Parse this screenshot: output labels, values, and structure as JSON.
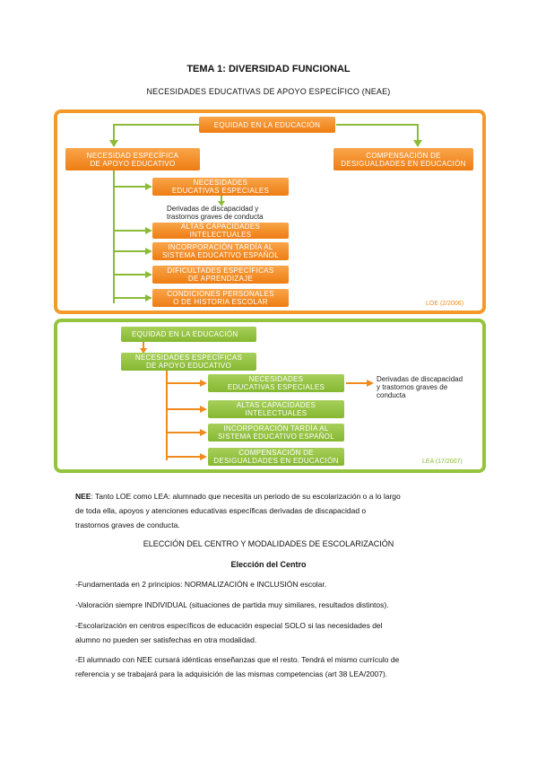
{
  "doc": {
    "title": "TEMA 1: DIVERSIDAD FUNCIONAL",
    "subtitle": "NECESIDADES EDUCATIVAS DE APOYO ESPECÍFICO (NEAE)"
  },
  "loe": {
    "top": "EQUIDAD EN LA EDUCACIÓN",
    "left_line1": "NECESIDAD ESPECÍFICA",
    "left_line2": "DE APOYO EDUCATIVO",
    "right_line1": "COMPENSACIÓN DE",
    "right_line2": "DESIGUALDADES EN EDUCACIÓN",
    "items": [
      {
        "line1": "NECESIDADES",
        "line2": "EDUCATIVAS ESPECIALES"
      },
      {
        "line1": "ALTAS CAPACIDADES",
        "line2": "INTELECTUALES"
      },
      {
        "line1": "INCORPORACIÓN TARDÍA AL",
        "line2": "SISTEMA EDUCATIVO ESPAÑOL"
      },
      {
        "line1": "DIFICULTADES ESPECÍFICAS",
        "line2": "DE APRENDIZAJE"
      },
      {
        "line1": "CONDICIONES PERSONALES",
        "line2": "O DE HISTORIA ESCOLAR"
      }
    ],
    "note_line1": "Derivadas de discapacidad y",
    "note_line2": "trastornos graves de conducta",
    "tag": "LOE (2/2006)",
    "color": "#f39a2b"
  },
  "lea": {
    "top": "EQUIDAD EN LA EDUCACIÓN",
    "second_line1": "NECESIDADES ESPECÍFICAS",
    "second_line2": "DE APOYO EDUCATIVO",
    "items": [
      {
        "line1": "NECESIDADES",
        "line2": "EDUCATIVAS ESPECIALES"
      },
      {
        "line1": "ALTAS CAPACIDADES",
        "line2": "INTELECTUALES"
      },
      {
        "line1": "INCORPORACIÓN TARDÍA AL",
        "line2": "SISTEMA EDUCATIVO ESPAÑOL"
      },
      {
        "line1": "COMPENSACIÓN DE",
        "line2": "DESIGUALDADES EN EDUCACIÓN"
      }
    ],
    "note_line1": "Derivadas de discapacidad",
    "note_line2": "y trastornos graves de",
    "note_line3": "conducta",
    "tag": "LEA (17/2007)",
    "color": "#94c43e"
  },
  "nee": {
    "label": "NEE",
    "line1": ": Tanto LOE como LEA: alumnado que necesita un periodo de su escolarización o a lo largo",
    "line2": "de toda ella, apoyos y atenciones educativas específicas derivadas de discapacidad o",
    "line3": "trastornos graves de conducta."
  },
  "section": {
    "heading": "ELECCIÓN DEL CENTRO Y MODALIDADES DE ESCOLARIZACIÓN",
    "subheading": "Elección del Centro",
    "p1": "-Fundamentada en 2 principios: NORMALIZACIÓN e INCLUSIÓN escolar.",
    "p2": "-Valoración siempre INDIVIDUAL (situaciones de partida muy similares, resultados distintos).",
    "p3_line1": "-Escolarización en centros específicos de educación especial SOLO si las necesidades del",
    "p3_line2": "alumno no pueden ser satisfechas en otra modalidad.",
    "p4_line1": "-El alumnado con NEE cursará idénticas enseñanzas que el resto. Tendrá el mismo currículo de",
    "p4_line2": "referencia y se trabajará para la adquisición de las mismas competencias (art 38 LEA/2007)."
  }
}
